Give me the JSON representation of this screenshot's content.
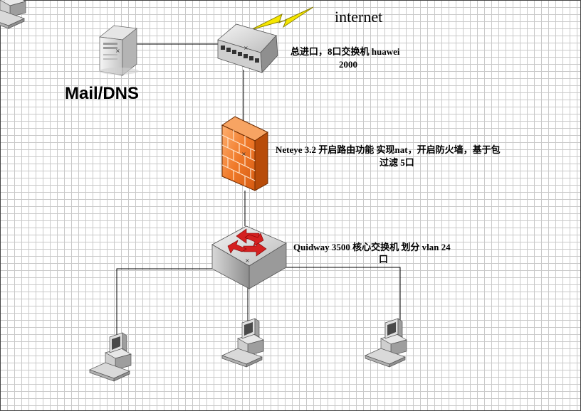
{
  "internet_label": "internet",
  "server_label": "Mail/DNS",
  "edge_switch": {
    "line1": "总进口，8口交换机 huawei",
    "line2": "2000"
  },
  "firewall": {
    "line1": "Neteye 3.2  开启路由功能  实现nat，开启防火墙，基于包",
    "line2": "过滤   5口"
  },
  "core_switch": {
    "line1": "Quidway  3500  核心交换机 划分 vlan  24",
    "line2": "口"
  },
  "colors": {
    "grid": "#c9c9c9",
    "firewall": "#f07a2a",
    "lightning": "#f5e600",
    "arrow": "#d42020",
    "line": "#000000"
  },
  "icons": [
    "server-icon",
    "lightning-icon",
    "edge-switch-icon",
    "firewall-icon",
    "core-switch-icon",
    "workstation-icon"
  ]
}
